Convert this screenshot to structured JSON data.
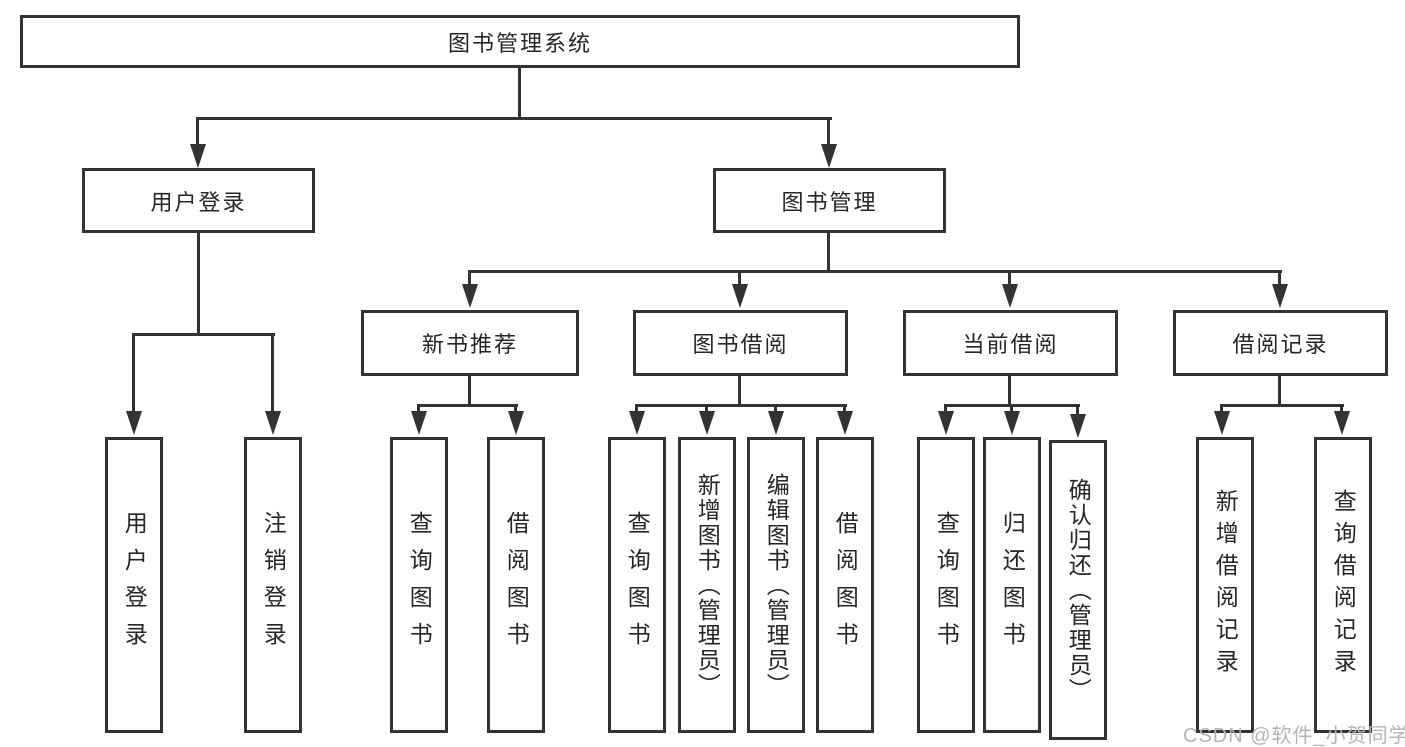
{
  "diagram_type": "functional-structure-tree",
  "tree": {
    "label": "图书管理系统",
    "children": [
      {
        "label": "用户登录",
        "children": [
          {
            "label": "用户登录"
          },
          {
            "label": "注销登录"
          }
        ]
      },
      {
        "label": "图书管理",
        "children": [
          {
            "label": "新书推荐",
            "children": [
              {
                "label": "查询图书"
              },
              {
                "label": "借阅图书"
              }
            ]
          },
          {
            "label": "图书借阅",
            "children": [
              {
                "label": "查询图书"
              },
              {
                "label": "新增图书（管理员）"
              },
              {
                "label": "编辑图书（管理员）"
              },
              {
                "label": "借阅图书"
              }
            ]
          },
          {
            "label": "当前借阅",
            "children": [
              {
                "label": "查询图书"
              },
              {
                "label": "归还图书"
              },
              {
                "label": "确认归还（管理员）"
              }
            ]
          },
          {
            "label": "借阅记录",
            "children": [
              {
                "label": "新增借阅记录"
              },
              {
                "label": "查询借阅记录"
              }
            ]
          }
        ]
      }
    ]
  },
  "watermark": {
    "text": "CSDN @软件_小贺同学"
  },
  "colors": {
    "line": "#333333",
    "box_border": "#333333",
    "text": "#262626",
    "watermark": "#b5b5b5",
    "background": "#ffffff"
  }
}
